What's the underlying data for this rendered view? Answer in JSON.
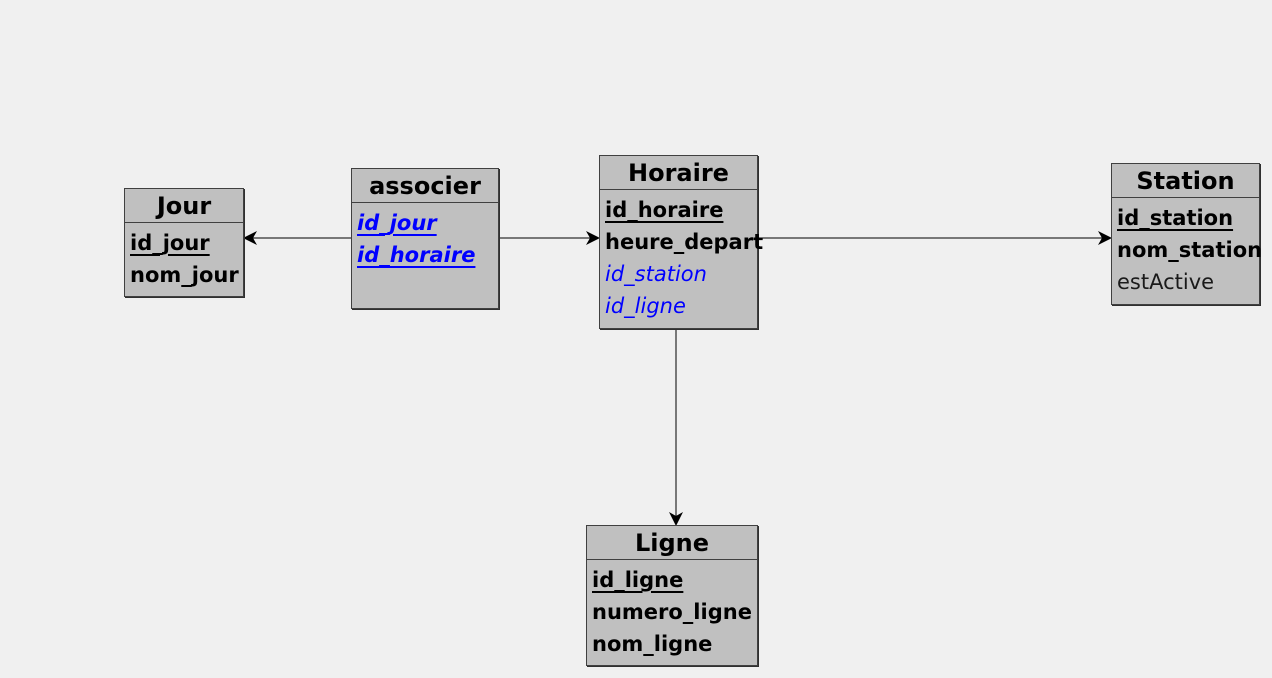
{
  "entities": {
    "jour": {
      "name": "Jour",
      "attributes": [
        {
          "text": "id_jour",
          "kind": "pk"
        },
        {
          "text": "nom_jour",
          "kind": "bold"
        }
      ]
    },
    "associer": {
      "name": "associer",
      "attributes": [
        {
          "text": "id_jour",
          "kind": "pk-fk"
        },
        {
          "text": "id_horaire",
          "kind": "pk-fk"
        }
      ]
    },
    "horaire": {
      "name": "Horaire",
      "attributes": [
        {
          "text": "id_horaire",
          "kind": "pk"
        },
        {
          "text": "heure_depart",
          "kind": "bold"
        },
        {
          "text": "id_station",
          "kind": "fk"
        },
        {
          "text": "id_ligne",
          "kind": "fk"
        }
      ]
    },
    "station": {
      "name": "Station",
      "attributes": [
        {
          "text": "id_station",
          "kind": "pk"
        },
        {
          "text": "nom_station",
          "kind": "bold"
        },
        {
          "text": "estActive",
          "kind": "plain"
        }
      ]
    },
    "ligne": {
      "name": "Ligne",
      "attributes": [
        {
          "text": "id_ligne",
          "kind": "pk"
        },
        {
          "text": "numero_ligne",
          "kind": "bold"
        },
        {
          "text": "nom_ligne",
          "kind": "bold"
        }
      ]
    }
  },
  "relationships": [
    {
      "from": "associer",
      "to": "jour"
    },
    {
      "from": "associer",
      "to": "horaire"
    },
    {
      "from": "horaire",
      "to": "station"
    },
    {
      "from": "horaire",
      "to": "ligne"
    }
  ],
  "colors": {
    "entity_fill": "#c0c0c0",
    "border": "#404040",
    "foreign_key": "#0000ff",
    "background": "#f0f0f0"
  }
}
